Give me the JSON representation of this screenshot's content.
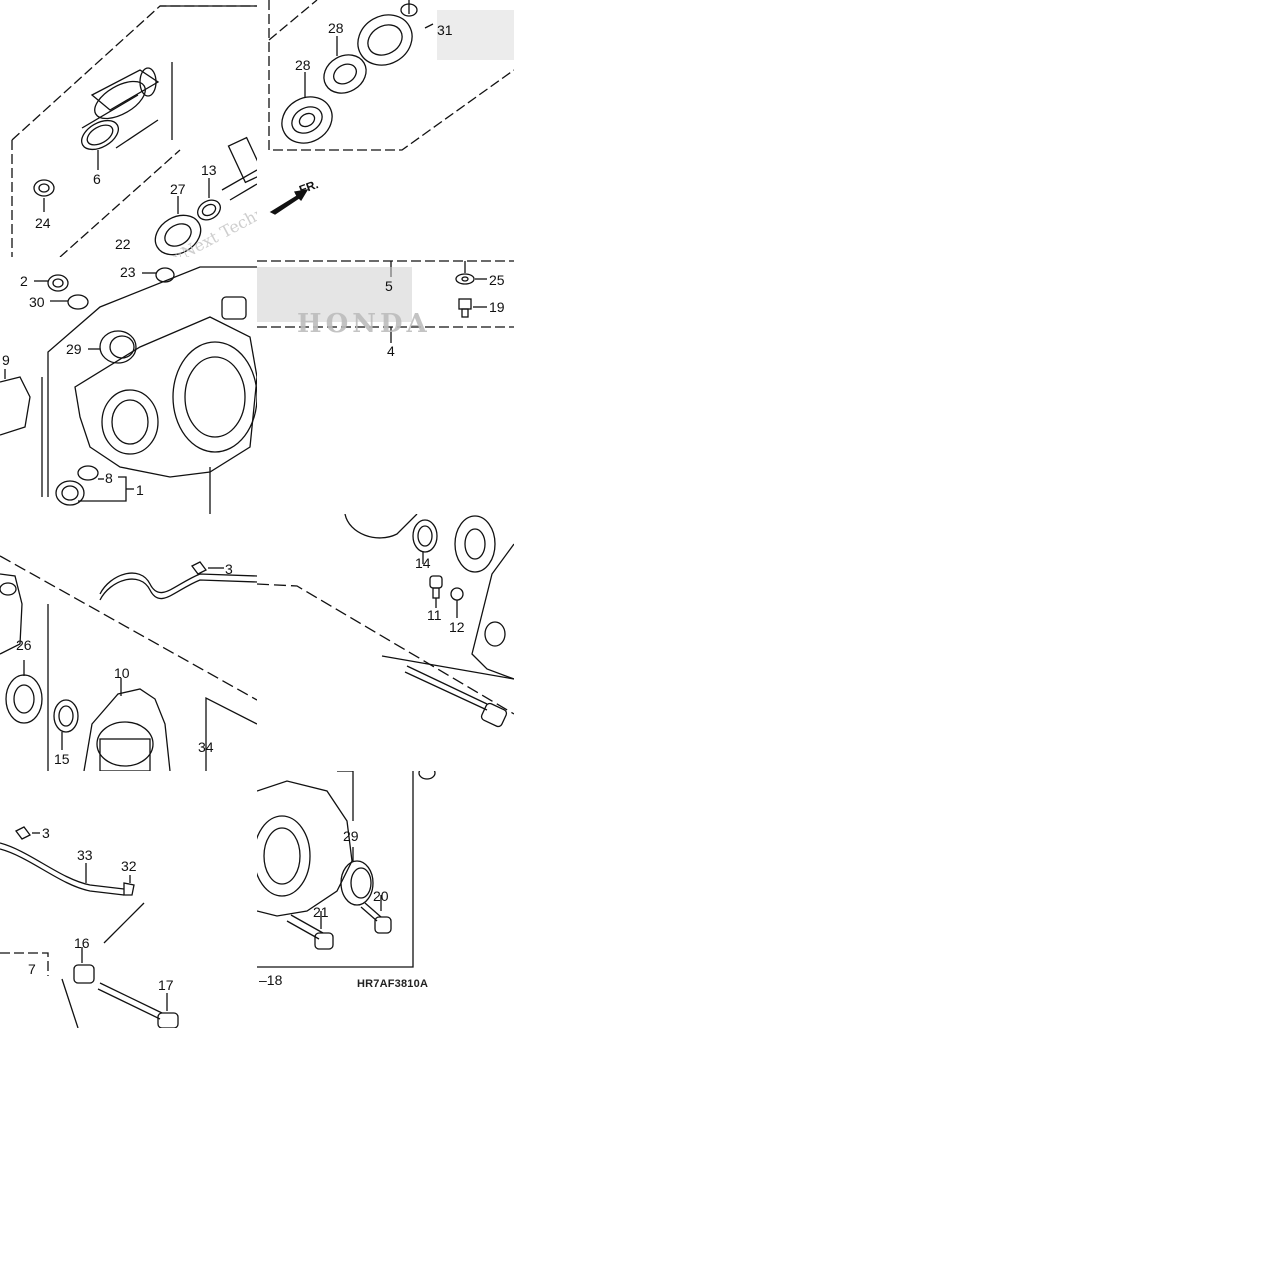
{
  "diagram": {
    "code": "HR7AF3810A",
    "front_marker": "FR.",
    "watermark_text": "vNext Technologies",
    "brand_watermark": "HONDA",
    "part_numbers": [
      "1",
      "2",
      "3",
      "4",
      "5",
      "6",
      "7",
      "8",
      "9",
      "10",
      "11",
      "12",
      "13",
      "14",
      "15",
      "16",
      "17",
      "18",
      "19",
      "20",
      "21",
      "22",
      "23",
      "24",
      "25",
      "26",
      "27",
      "28",
      "29",
      "30",
      "31",
      "32",
      "33",
      "34"
    ],
    "colors": {
      "line": "#111111",
      "watermark": "#c9c9c9",
      "background": "#ffffff"
    }
  }
}
